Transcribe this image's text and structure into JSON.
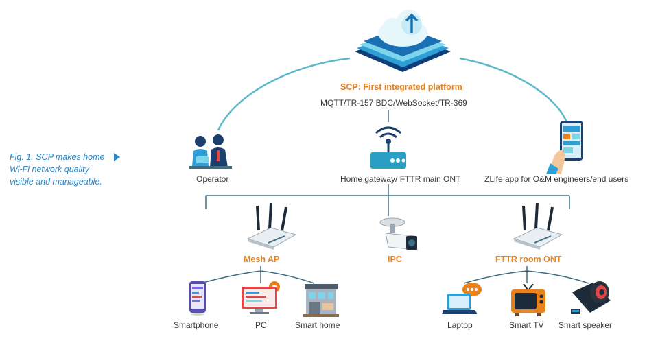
{
  "caption": {
    "line1": "Fig. 1. SCP makes home",
    "line2": "Wi-Fi network quality",
    "line3": "visible and manageable."
  },
  "platform": {
    "title": "SCP: First integrated platform",
    "protocols": "MQTT/TR-157 BDC/WebSocket/TR-369"
  },
  "nodes": {
    "operator": "Operator",
    "gateway": "Home gateway/ FTTR main ONT",
    "app": "ZLife app for O&M engineers/end users",
    "mesh_ap": "Mesh AP",
    "ipc": "IPC",
    "fttr_room": "FTTR room ONT",
    "smartphone": "Smartphone",
    "pc": "PC",
    "smart_home": "Smart home",
    "laptop": "Laptop",
    "smart_tv": "Smart TV",
    "smart_speaker": "Smart speaker"
  },
  "colors": {
    "accent_orange": "#e8821c",
    "caption_blue": "#2a86c4",
    "link_teal": "#5bb8c9",
    "line_dark": "#3b6e86"
  }
}
